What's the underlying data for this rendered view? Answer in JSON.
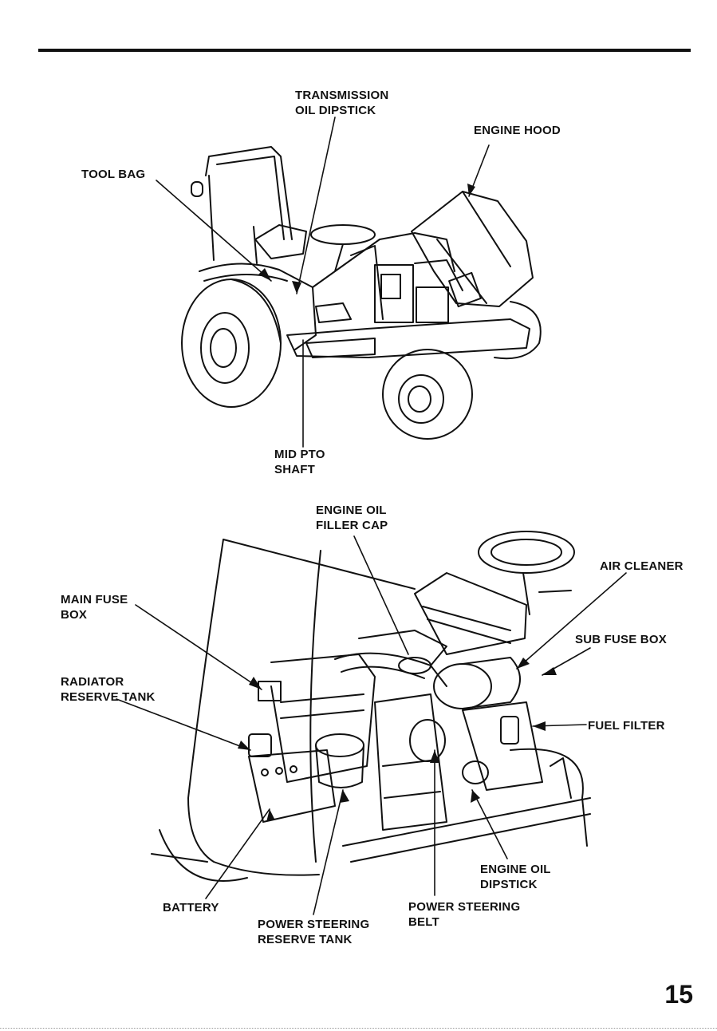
{
  "page_number": "15",
  "diagram_top": {
    "labels": {
      "transmission_oil_dipstick": [
        "TRANSMISSION",
        "OIL DIPSTICK"
      ],
      "engine_hood": [
        "ENGINE HOOD"
      ],
      "tool_bag": [
        "TOOL BAG"
      ],
      "mid_pto_shaft": [
        "MID PTO",
        "SHAFT"
      ]
    }
  },
  "diagram_bottom": {
    "labels": {
      "engine_oil_filler_cap": [
        "ENGINE OIL",
        "FILLER CAP"
      ],
      "air_cleaner": [
        "AIR CLEANER"
      ],
      "main_fuse_box": [
        "MAIN FUSE",
        "BOX"
      ],
      "sub_fuse_box": [
        "SUB FUSE BOX"
      ],
      "radiator_reserve_tank": [
        "RADIATOR",
        "RESERVE TANK"
      ],
      "fuel_filter": [
        "FUEL FILTER"
      ],
      "engine_oil_dipstick": [
        "ENGINE OIL",
        "DIPSTICK"
      ],
      "battery": [
        "BATTERY"
      ],
      "power_steering_reserve_tank": [
        "POWER STEERING",
        "RESERVE TANK"
      ],
      "power_steering_belt": [
        "POWER STEERING",
        "BELT"
      ]
    }
  }
}
